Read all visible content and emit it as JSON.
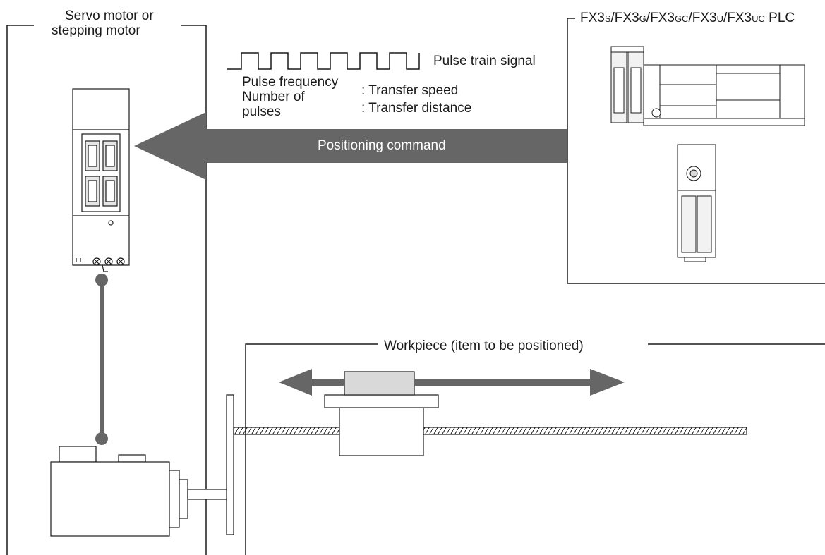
{
  "servo_group": {
    "label_line1": "Servo motor or",
    "label_line2": "stepping motor"
  },
  "plc_group": {
    "label_prefix": "FX",
    "label_parts": [
      {
        "main": "3",
        "small": "S",
        "sep": "/FX"
      },
      {
        "main": "3",
        "small": "G",
        "sep": "/FX"
      },
      {
        "main": "3",
        "small": "GC",
        "sep": "/FX"
      },
      {
        "main": "3",
        "small": "U",
        "sep": "/FX"
      },
      {
        "main": "3",
        "small": "UC",
        "sep": " PLC"
      }
    ]
  },
  "pulse": {
    "signal_label": "Pulse train signal",
    "frequency_label": "Pulse frequency",
    "number_label_line1": "Number of",
    "number_label_line2": "pulses",
    "frequency_meaning": ": Transfer speed",
    "number_meaning": ": Transfer distance"
  },
  "command": {
    "label": "Positioning command"
  },
  "workpiece": {
    "label": "Workpiece (item to be positioned)"
  },
  "colors": {
    "arrow": "#666666",
    "line": "#1a1a1a",
    "block_fill": "#d9d9d9"
  }
}
